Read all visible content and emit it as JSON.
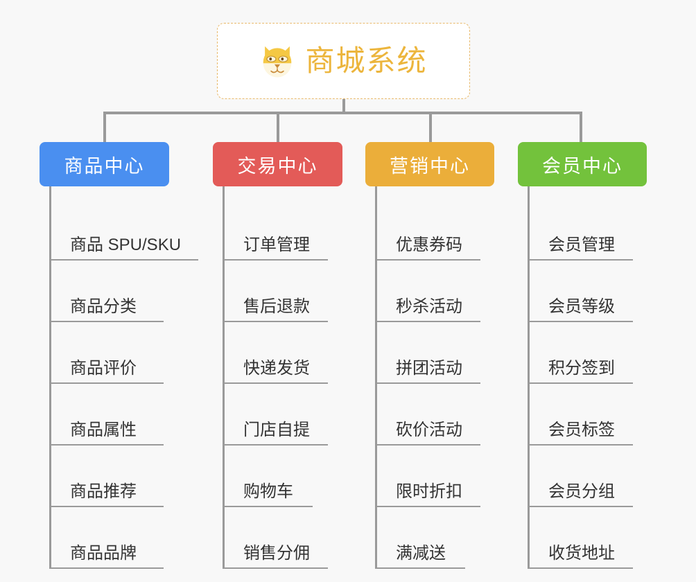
{
  "root": {
    "title": "商城系统",
    "icon": "dog-face-icon",
    "accent_color": "#ecb53c",
    "border_color": "#e8b96a",
    "background": "#ffffff"
  },
  "canvas": {
    "background": "#f8f8f8",
    "connector_color": "#9a9a9a"
  },
  "branches": [
    {
      "label": "商品中心",
      "color": "#4a8ff0",
      "items": [
        "商品 SPU/SKU",
        "商品分类",
        "商品评价",
        "商品属性",
        "商品推荐",
        "商品品牌"
      ]
    },
    {
      "label": "交易中心",
      "color": "#e35b58",
      "items": [
        "订单管理",
        "售后退款",
        "快递发货",
        "门店自提",
        "购物车",
        "销售分佣"
      ]
    },
    {
      "label": "营销中心",
      "color": "#ebae3a",
      "items": [
        "优惠券码",
        "秒杀活动",
        "拼团活动",
        "砍价活动",
        "限时折扣",
        "满减送"
      ]
    },
    {
      "label": "会员中心",
      "color": "#73c23c",
      "items": [
        "会员管理",
        "会员等级",
        "积分签到",
        "会员标签",
        "会员分组",
        "收货地址"
      ]
    }
  ]
}
